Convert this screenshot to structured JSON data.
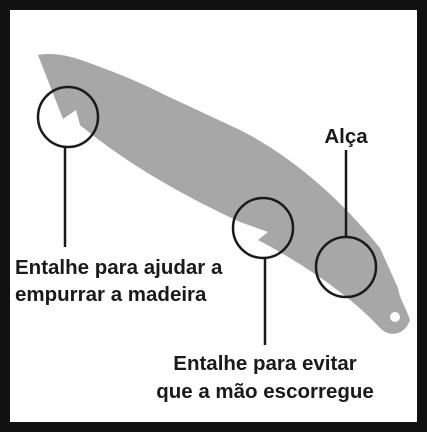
{
  "diagram": {
    "labels": {
      "handle": "Alça",
      "push_notch_line1": "Entalhe para ajudar a",
      "push_notch_line2": "empurrar a madeira",
      "slip_notch_line1": "Entalhe para evitar",
      "slip_notch_line2": "que a mão escorregue"
    },
    "colors": {
      "frame": "#111111",
      "tool": "#a7a7a7",
      "lines": "#1a1a1a",
      "text": "#1a1a1a",
      "background": "#ffffff"
    }
  }
}
